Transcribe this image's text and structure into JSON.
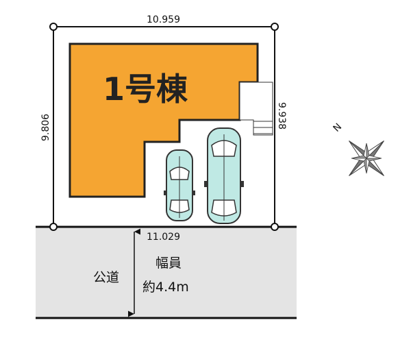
{
  "plot": {
    "building_label": "1号棟",
    "top_dimension": "10.959",
    "bottom_dimension": "11.029",
    "left_dimension": "9.806",
    "right_dimension": "9.938"
  },
  "road": {
    "name": "公道",
    "width_label": "幅員",
    "width_value": "約4.4m"
  },
  "compass": {
    "north_label": "N"
  },
  "colors": {
    "building": "#f5a532",
    "road": "#e4e4e4",
    "car": "#bfe9e4",
    "outline": "#111111"
  }
}
